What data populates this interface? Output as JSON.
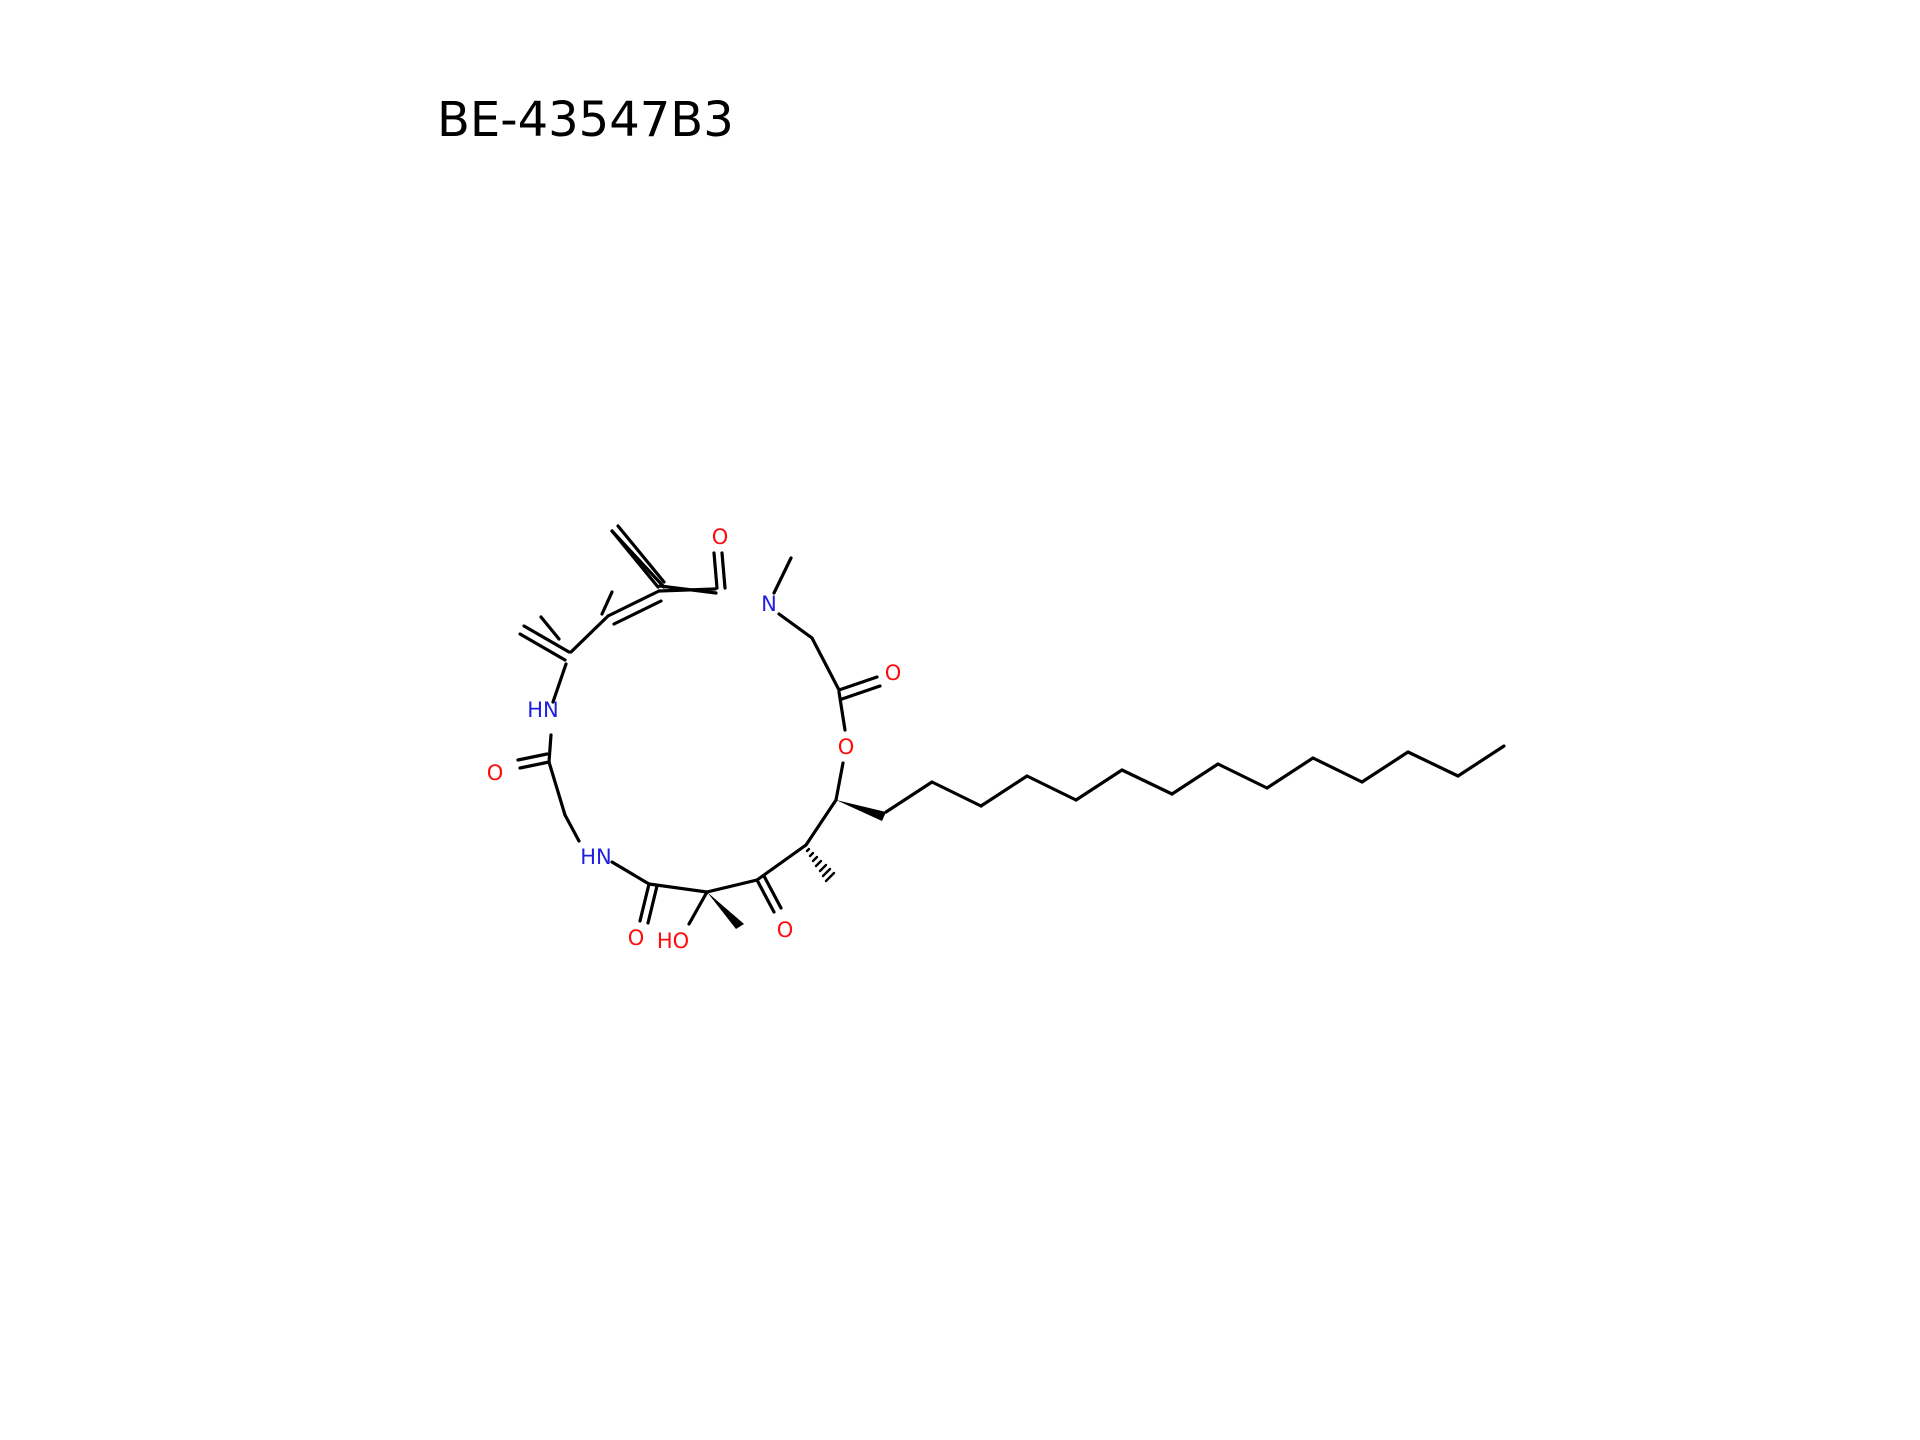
{
  "title": "BE-43547B3",
  "colors": {
    "carbon": "#000000",
    "nitrogen": "#1f1fe0",
    "oxygen": "#ff0d0d"
  },
  "atom_labels": {
    "o_top": "O",
    "n_methyl": "N",
    "o_ester": "O",
    "o_ring": "O",
    "nh_upper": "HN",
    "o_left": "O",
    "nh_lower": "HN",
    "o_amide_bottom": "O",
    "ho": "HO",
    "o_ketone": "O"
  }
}
